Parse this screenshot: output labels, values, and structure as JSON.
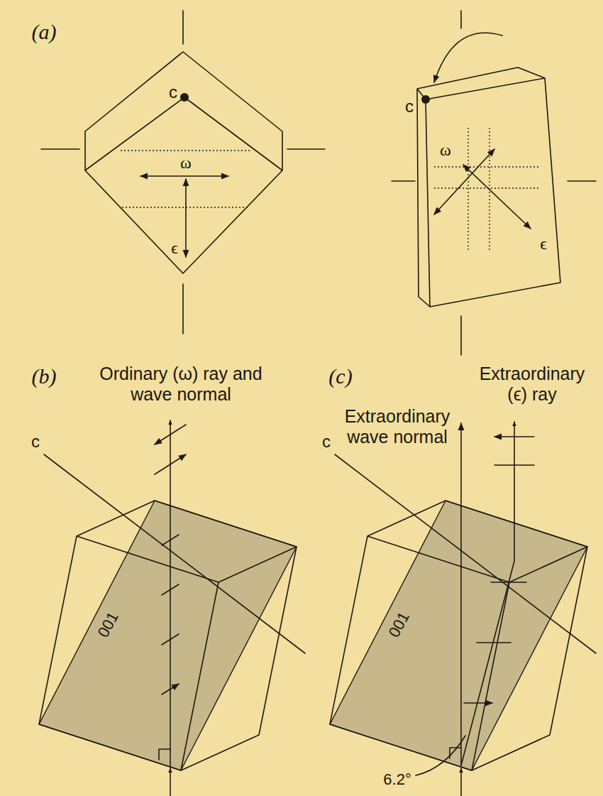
{
  "diagram": {
    "labels": [
      "(a)",
      "c",
      "ω",
      "ϵ",
      "c",
      "ω",
      "ϵ",
      "(b)",
      "Ordinary (ω) ray and wave normal",
      "c",
      "001",
      "(c)",
      "Extraordinary (ϵ) ray",
      "Extraordinary wave normal",
      "c",
      "001",
      "6.2°"
    ]
  }
}
